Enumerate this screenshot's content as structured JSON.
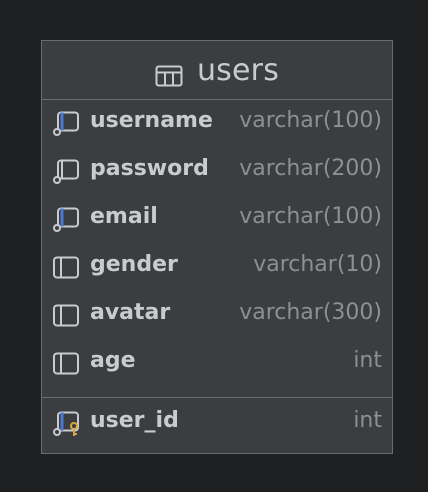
{
  "table": {
    "name": "users",
    "icon": "table-icon",
    "columns": [
      {
        "name": "username",
        "type": "varchar(100)",
        "icon": "column-fk-icon"
      },
      {
        "name": "password",
        "type": "varchar(200)",
        "icon": "column-fk-icon"
      },
      {
        "name": "email",
        "type": "varchar(100)",
        "icon": "column-fk-icon"
      },
      {
        "name": "gender",
        "type": "varchar(10)",
        "icon": "column-icon"
      },
      {
        "name": "avatar",
        "type": "varchar(300)",
        "icon": "column-icon"
      },
      {
        "name": "age",
        "type": "int",
        "icon": "column-icon"
      }
    ],
    "key_columns": [
      {
        "name": "user_id",
        "type": "int",
        "icon": "primary-key-icon"
      }
    ]
  },
  "colors": {
    "background": "#1f2022",
    "card": "#3b3d40",
    "border": "#6a6c70",
    "text": "#c9cbcf",
    "type_text": "#8d8f94",
    "fk_accent": "#4a78d6",
    "key_accent": "#d6a93d"
  }
}
